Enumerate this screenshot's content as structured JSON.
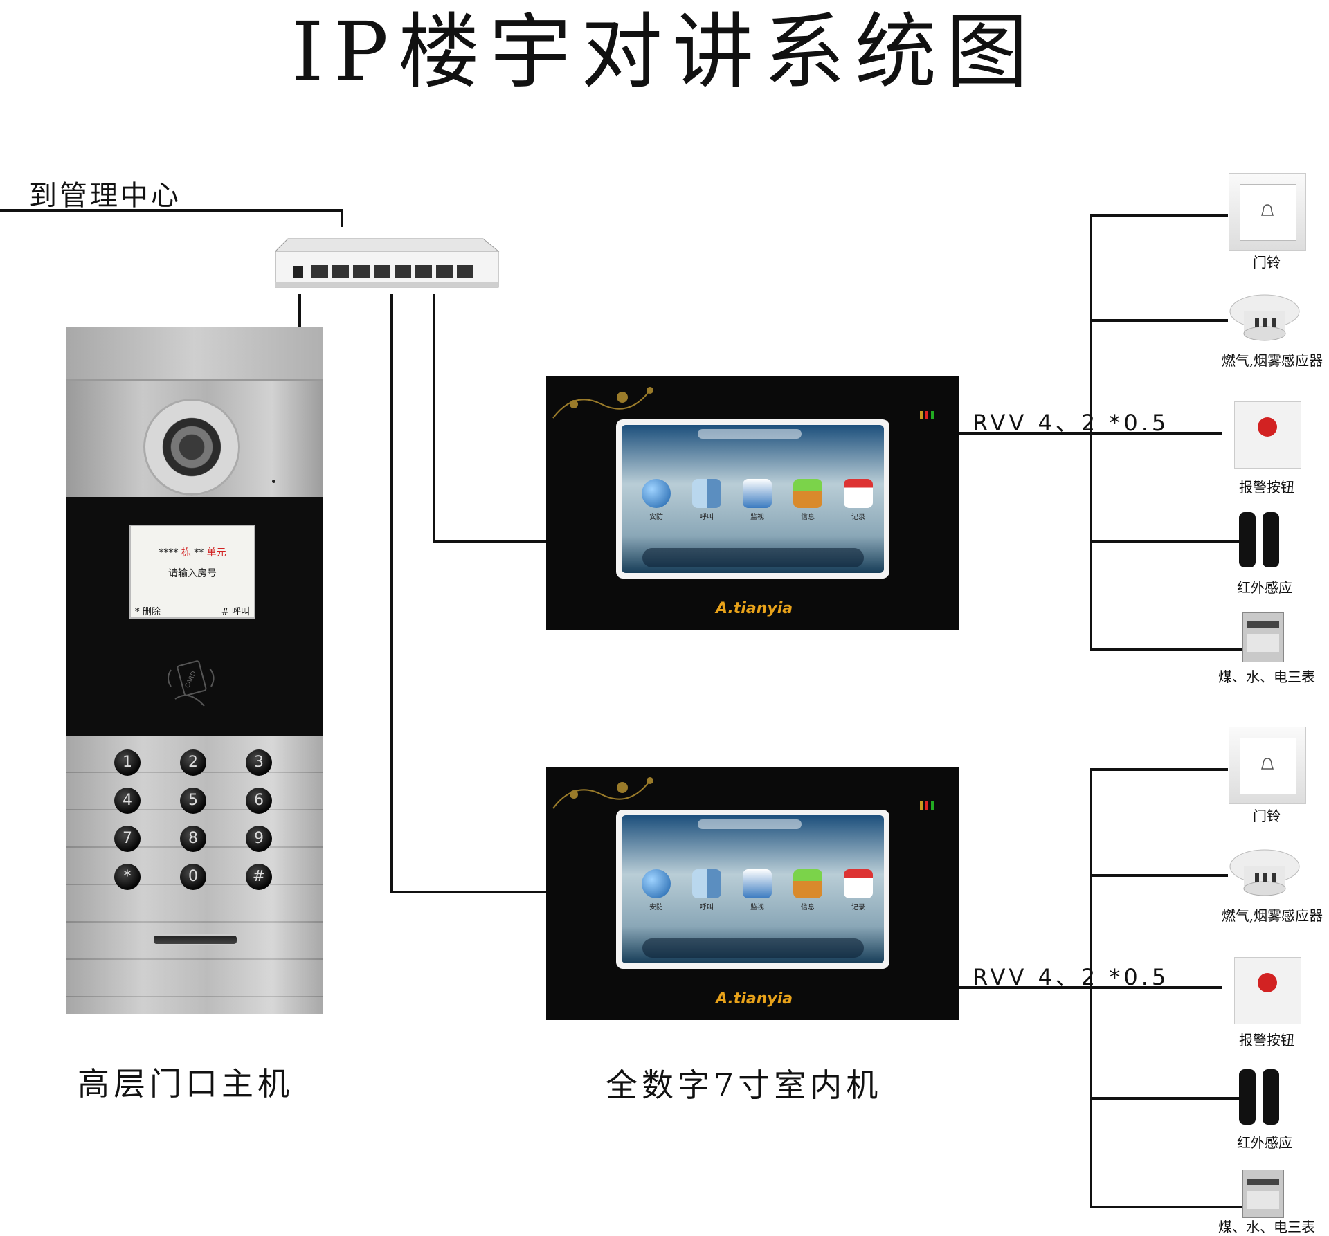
{
  "title": "IP楼宇对讲系统图",
  "to_management": "到管理中心",
  "outdoor_station": {
    "caption": "高层门口主机",
    "lcd_line1_a": "****",
    "lcd_line1_b": "栋",
    "lcd_line1_c": "**",
    "lcd_line1_d": "单元",
    "lcd_line2": "请输入房号",
    "lcd_bottom_left": "*-删除",
    "lcd_bottom_right": "#-呼叫",
    "card_text": "CARD",
    "keys": [
      "1",
      "2",
      "3",
      "4",
      "5",
      "6",
      "7",
      "8",
      "9",
      "*",
      "0",
      "#"
    ]
  },
  "indoor_unit": {
    "caption": "全数字7寸室内机",
    "apps": [
      "安防",
      "呼叫",
      "监视",
      "信息",
      "记录"
    ],
    "brand": "A.tianyia"
  },
  "cable_label_1": "RVV 4、2 *0.5",
  "cable_label_2": "RVV 4、2 *0.5",
  "devices_top": [
    "门铃",
    "燃气,烟雾感应器",
    "报警按钮",
    "红外感应",
    "煤、水、电三表"
  ],
  "devices_bottom": [
    "门铃",
    "燃气,烟雾感应器",
    "报警按钮",
    "红外感应",
    "煤、水、电三表"
  ],
  "colors": {
    "accent_red": "#d22222",
    "brand_orange": "#e8a21a",
    "wire": "#111111"
  }
}
